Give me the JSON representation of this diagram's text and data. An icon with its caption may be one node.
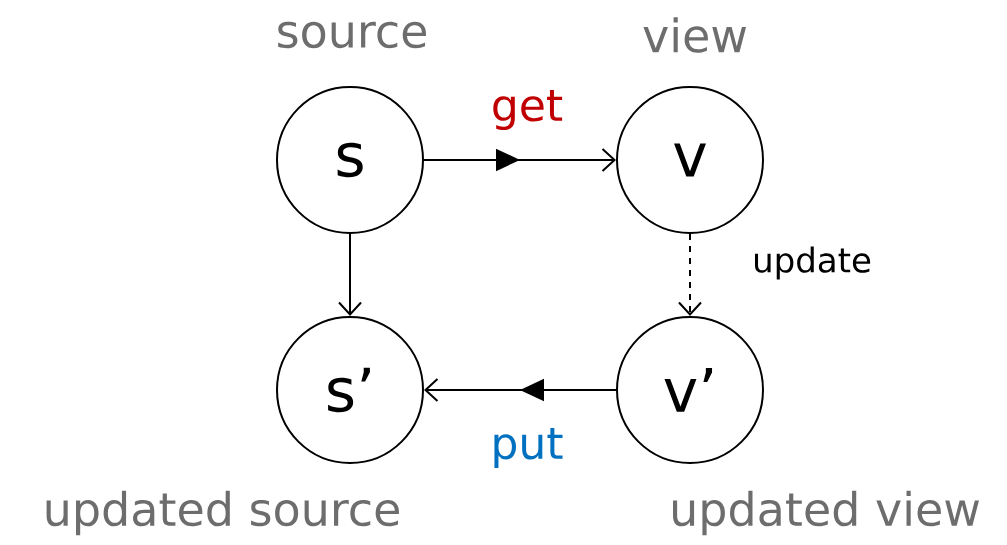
{
  "diagram": {
    "nodes": [
      {
        "text": [
          "s"
        ],
        "beside": [
          "source"
        ]
      },
      {
        "text": [
          "v"
        ],
        "beside": [
          "view"
        ]
      },
      {
        "text": [
          "s’"
        ],
        "beside": [
          "updated source"
        ]
      },
      {
        "text": [
          "v’"
        ],
        "beside": [
          "updated view"
        ]
      }
    ],
    "edges": [
      {
        "from": 0,
        "to": 1,
        "arrow": "to",
        "label": "get"
      },
      {
        "from": 1,
        "to": 3,
        "arrow": "to",
        "label": "update",
        "style": "dashed"
      },
      {
        "from": 3,
        "to": 2,
        "arrow": "to",
        "label": "put"
      },
      {
        "from": 0,
        "to": 2,
        "arrow": "to"
      }
    ]
  }
}
